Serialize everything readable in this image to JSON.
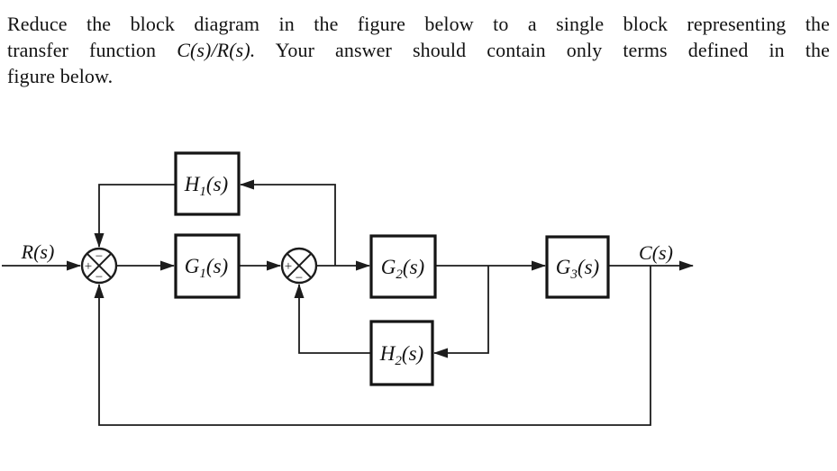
{
  "problem": {
    "line1": "Reduce the block diagram in the figure below to a single block representing the",
    "line2_pre": "transfer function",
    "line2_math": "C(s)/R(s).",
    "line2_post": "Your answer should contain only terms defined in the",
    "line3": "figure below."
  },
  "diagram": {
    "input_label": "R(s)",
    "output_label": "C(s)",
    "blocks": {
      "h1": {
        "base": "H",
        "sub": "1",
        "arg": "(s)"
      },
      "g1": {
        "base": "G",
        "sub": "1",
        "arg": "(s)"
      },
      "g2": {
        "base": "G",
        "sub": "2",
        "arg": "(s)"
      },
      "g3": {
        "base": "G",
        "sub": "3",
        "arg": "(s)"
      },
      "h2": {
        "base": "H",
        "sub": "2",
        "arg": "(s)"
      }
    },
    "summer1": {
      "left_sign": "+",
      "top_sign": "−",
      "bottom_sign": "−"
    },
    "summer2": {
      "left_sign": "+",
      "bottom_sign": "−"
    }
  },
  "colors": {
    "ink": "#1c1c1c",
    "background": "#ffffff"
  }
}
